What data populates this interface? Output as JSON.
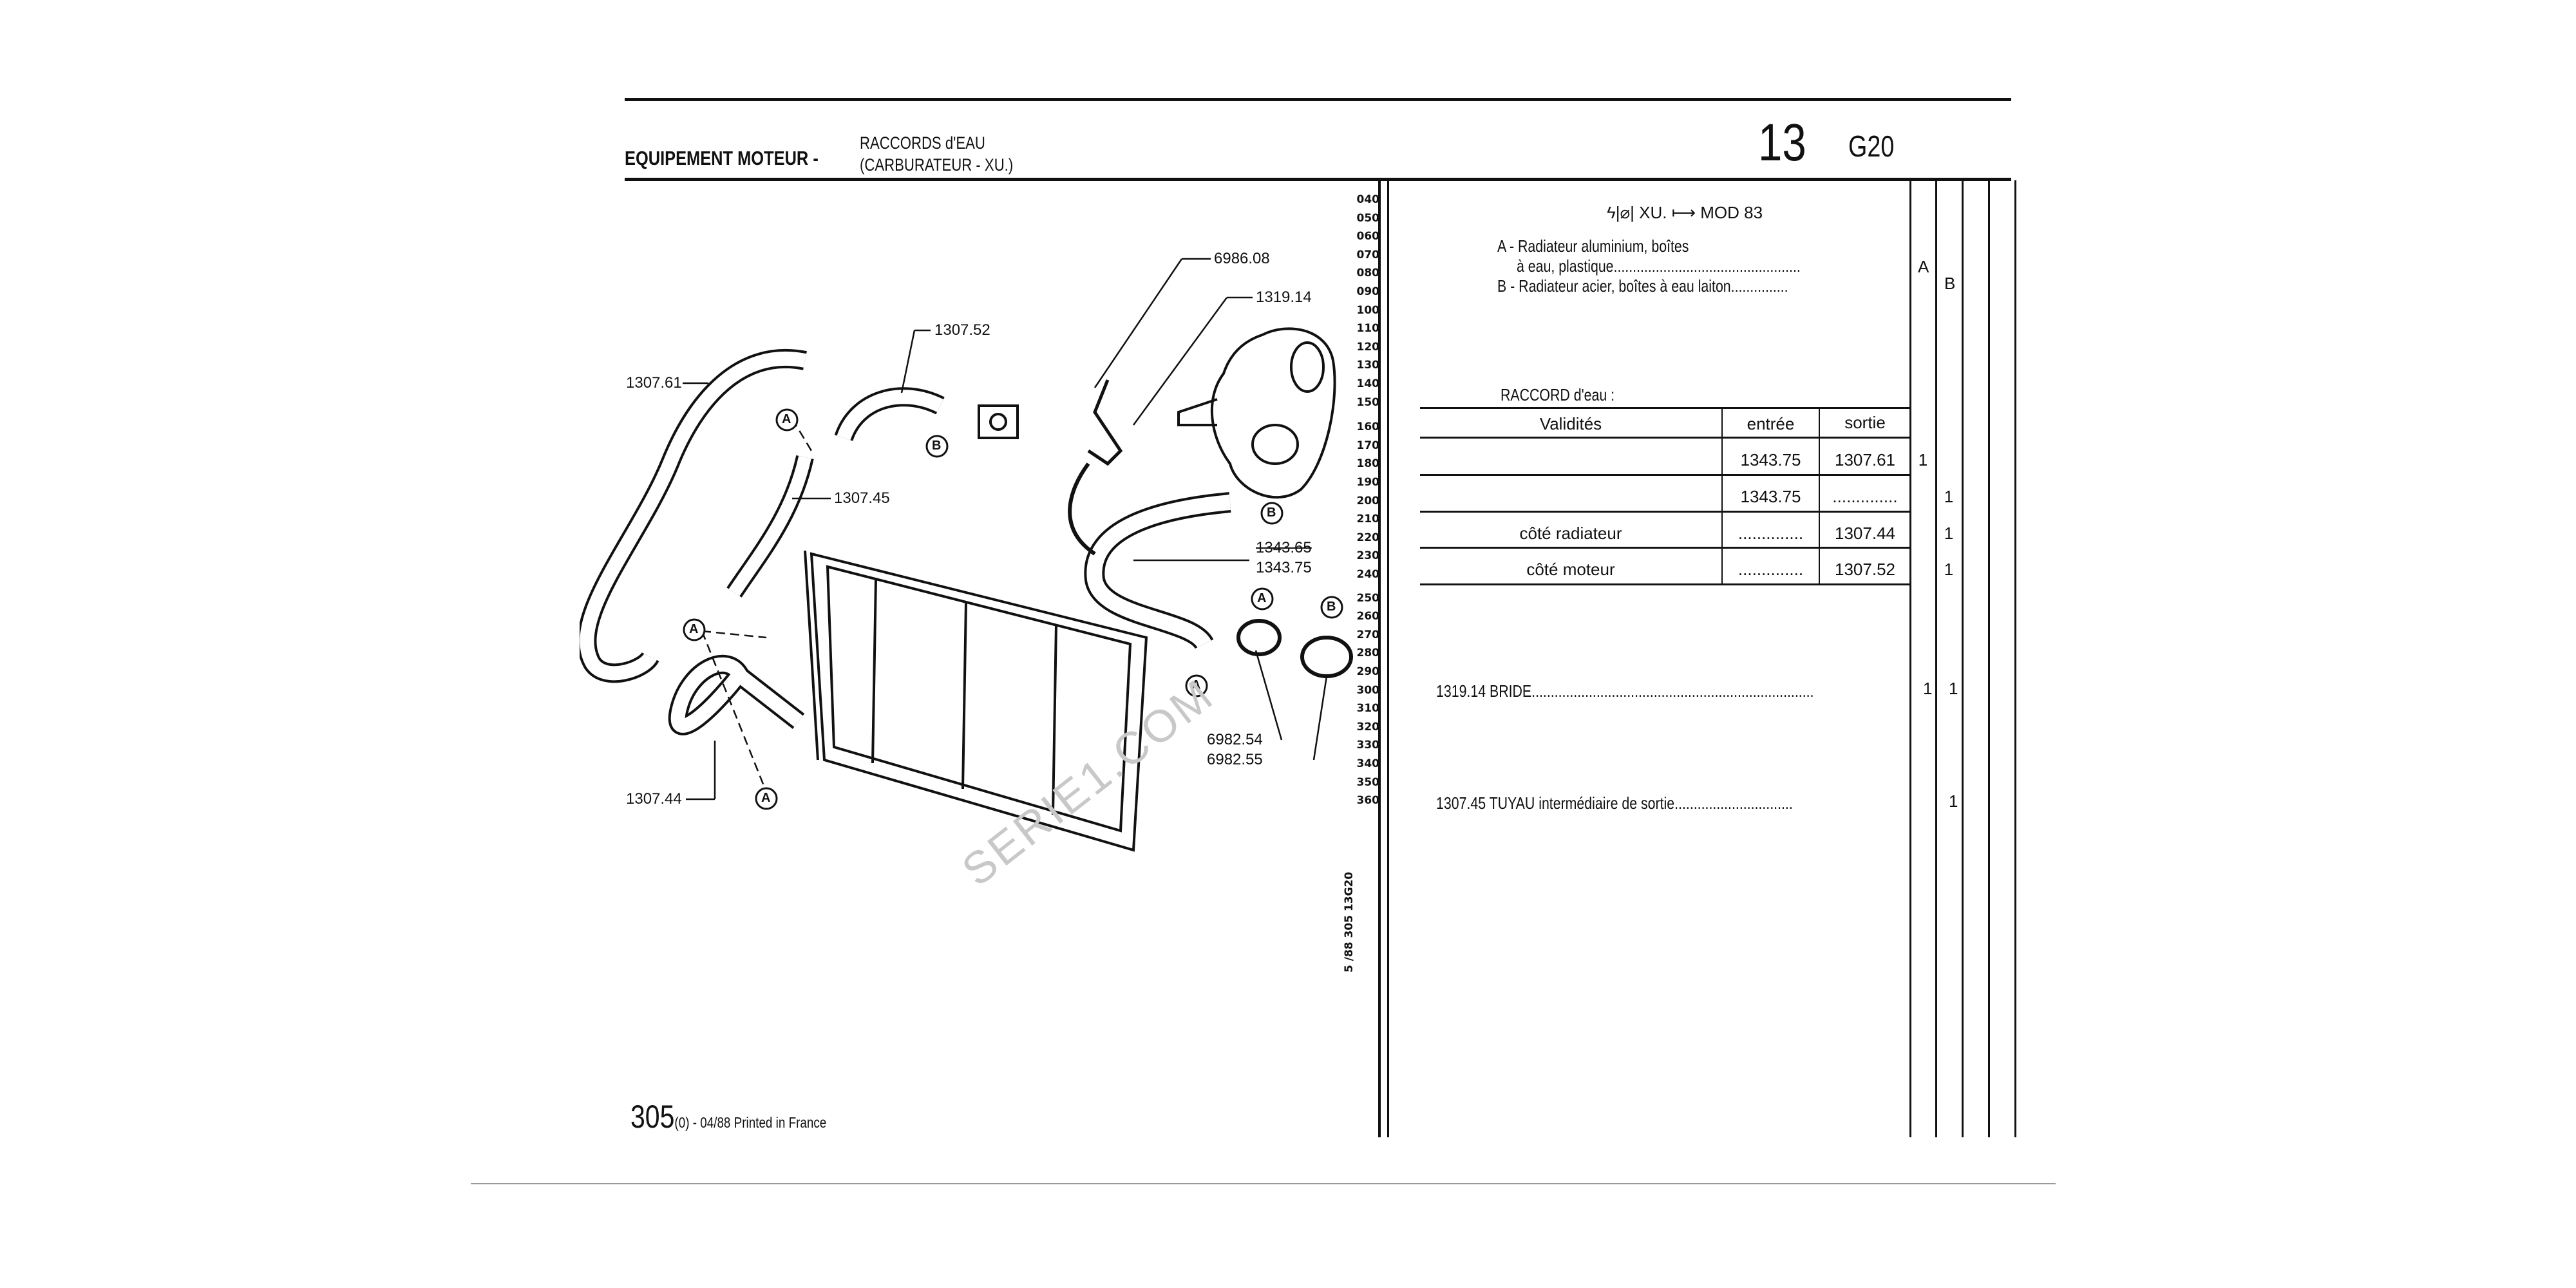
{
  "header": {
    "section": "EQUIPEMENT MOTEUR -",
    "subtitle_line1": "RACCORDS d'EAU",
    "subtitle_line2": "(CARBURATEUR - XU.)",
    "group_number": "13",
    "group_code": "G20"
  },
  "line_numbers": [
    "040",
    "050",
    "060",
    "070",
    "080",
    "090",
    "100",
    "110",
    "120",
    "130",
    "140",
    "150",
    "160",
    "170",
    "180",
    "190",
    "200",
    "210",
    "220",
    "230",
    "240",
    "250",
    "260",
    "270",
    "280",
    "290",
    "300",
    "310",
    "320",
    "330",
    "340",
    "350",
    "360"
  ],
  "diagram": {
    "callouts": {
      "p6986_08": "6986.08",
      "p1319_14": "1319.14",
      "p1307_52": "1307.52",
      "p1307_61": "1307.61",
      "p1307_45": "1307.45",
      "p1343_65": "1343.65",
      "p1343_75": "1343.75",
      "p6982_54": "6982.54",
      "p6982_55": "6982.55",
      "p1307_44": "1307.44"
    },
    "marker_a": "A",
    "marker_b": "B"
  },
  "applicability": {
    "symbol_text": "XU.",
    "model": "MOD 83",
    "option_a_line1": "A - Radiateur aluminium, boîtes",
    "option_a_line2": "à eau, plastique.................................................",
    "option_b": "B - Radiateur acier, boîtes à eau laiton...............",
    "col_a": "A",
    "col_b": "B"
  },
  "raccord_table": {
    "title": "RACCORD d'eau :",
    "headers": [
      "Validités",
      "entrée",
      "sortie"
    ],
    "rows": [
      {
        "validite": "",
        "entree": "1343.75",
        "sortie": "1307.61",
        "qty_a": "1",
        "qty_b": ""
      },
      {
        "validite": "",
        "entree": "1343.75",
        "sortie": "..............",
        "qty_a": "",
        "qty_b": "1"
      },
      {
        "validite": "côté radiateur",
        "entree": "..............",
        "sortie": "1307.44",
        "qty_a": "",
        "qty_b": "1"
      },
      {
        "validite": "côté moteur",
        "entree": "..............",
        "sortie": "1307.52",
        "qty_a": "",
        "qty_b": "1"
      }
    ]
  },
  "parts": [
    {
      "label": "1319.14 BRIDE..........................................................................",
      "qty_a": "1",
      "qty_b": "1"
    },
    {
      "label": "1307.45 TUYAU intermédiaire de sortie...............................",
      "qty_a": "",
      "qty_b": "1"
    }
  ],
  "side_reference": "5 /88  305  13G20",
  "footer": {
    "page": "305",
    "rest": "(0) - 04/88 Printed in France"
  },
  "watermark": "SERIE1.COM"
}
